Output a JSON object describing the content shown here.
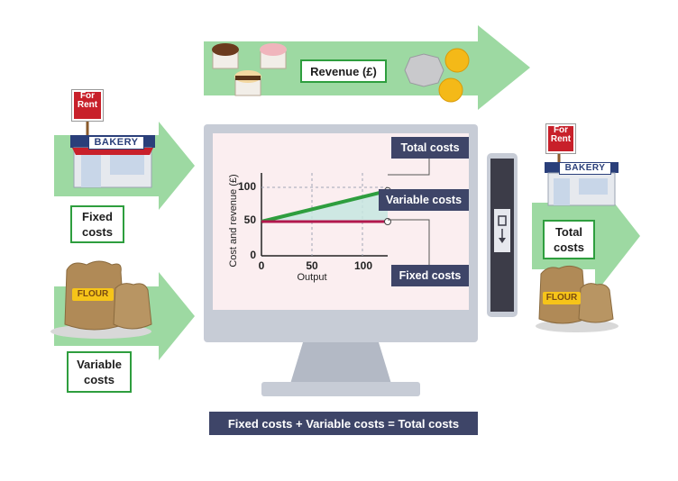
{
  "revenue": {
    "label": "Revenue (£)"
  },
  "inputs": {
    "fixed": {
      "label": "Fixed costs",
      "store_name": "BAKERY",
      "sign": "For Rent"
    },
    "variable": {
      "label": "Variable costs",
      "sack_label": "FLOUR"
    }
  },
  "output": {
    "label": "Total costs",
    "store_name": "BAKERY",
    "sign": "For Rent",
    "sack_label": "FLOUR"
  },
  "callouts": {
    "total": "Total costs",
    "variable": "Variable costs",
    "fixed": "Fixed costs"
  },
  "equation": "Fixed costs + Variable costs = Total costs",
  "colors": {
    "arrow_green": "#9dd9a2",
    "total_line": "#2e9e3e",
    "fixed_line": "#b2174d",
    "label_dark": "#3e4568",
    "screen_bg": "#fbeef0"
  },
  "chart_data": {
    "type": "line",
    "xlabel": "Output",
    "ylabel": "Cost and revenue (£)",
    "xticks": [
      "0",
      "50",
      "100"
    ],
    "yticks": [
      "0",
      "50",
      "100"
    ],
    "xlim": [
      0,
      120
    ],
    "ylim": [
      0,
      120
    ],
    "series": [
      {
        "name": "Total costs",
        "x": [
          0,
          125
        ],
        "y": [
          50,
          95
        ]
      },
      {
        "name": "Fixed costs",
        "x": [
          0,
          125
        ],
        "y": [
          50,
          50
        ]
      }
    ]
  }
}
